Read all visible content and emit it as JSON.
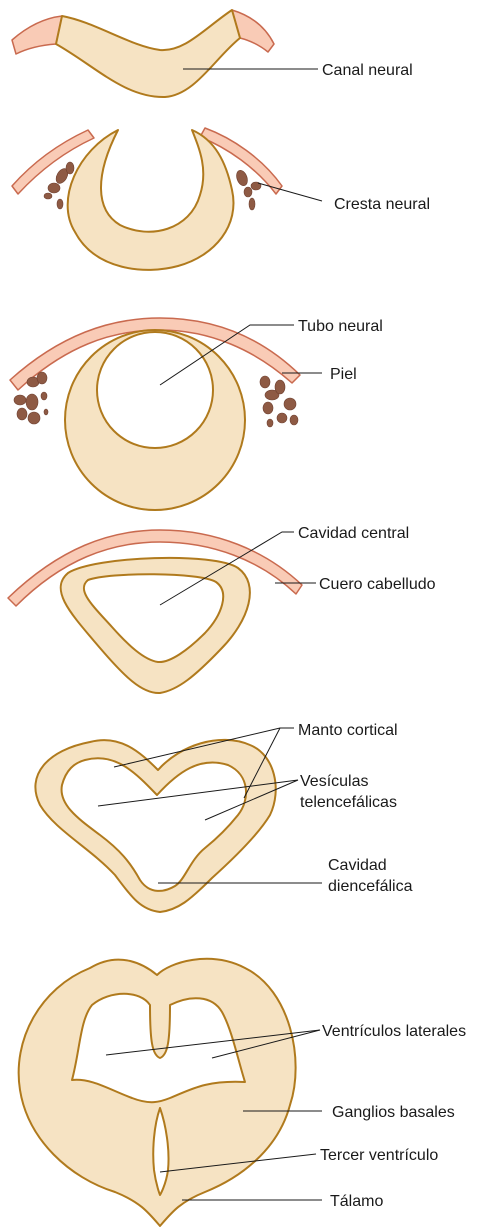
{
  "colors": {
    "tissue_fill": "#f6e3c3",
    "tissue_stroke": "#b07a1d",
    "skin_fill": "#f9cbb6",
    "skin_stroke": "#c96a4f",
    "crest_cells": "#8e5a44"
  },
  "stages": [
    {
      "labels": [
        "Canal neural"
      ]
    },
    {
      "labels": [
        "Cresta neural"
      ]
    },
    {
      "labels": [
        "Tubo neural",
        "Piel"
      ]
    },
    {
      "labels": [
        "Cavidad central",
        "Cuero cabelludo"
      ]
    },
    {
      "labels": [
        "Manto cortical",
        "Vesículas",
        "telencefálicas",
        "Cavidad",
        "diencefálica"
      ]
    },
    {
      "labels": [
        "Ventrículos laterales",
        "Ganglios basales",
        "Tercer ventrículo",
        "Tálamo"
      ]
    }
  ]
}
